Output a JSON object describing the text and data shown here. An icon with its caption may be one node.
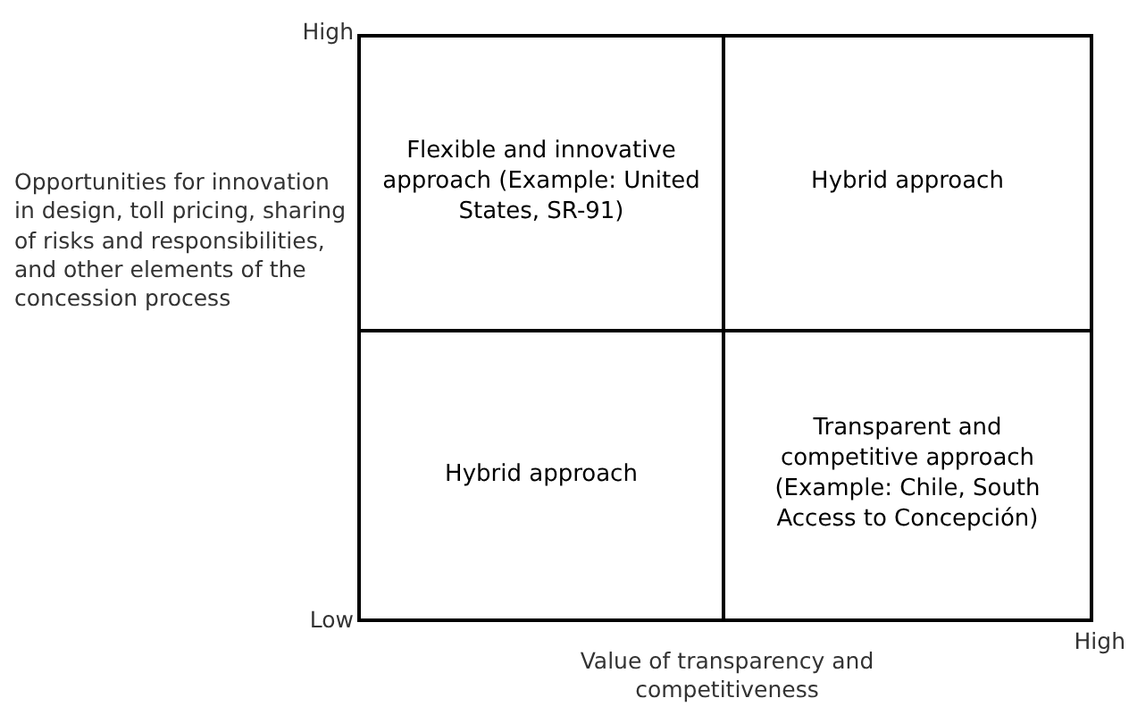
{
  "diagram": {
    "nodes": [
      {
        "text": [
          "Flexible and innovative approach (Example: United States, SR-91)"
        ]
      },
      {
        "text": [
          "Hybrid approach"
        ]
      },
      {
        "text": [
          "Hybrid approach"
        ]
      },
      {
        "text": [
          "Transparent and competitive approach (Example: Chile, South Access to Concepción)"
        ]
      }
    ],
    "labels": [
      "High",
      "Opportunities for innovation in design, toll pricing, sharing of risks and responsibilities,  and other elements of the concession process",
      "Low",
      "Value of transparency and competitiveness",
      "High"
    ]
  }
}
